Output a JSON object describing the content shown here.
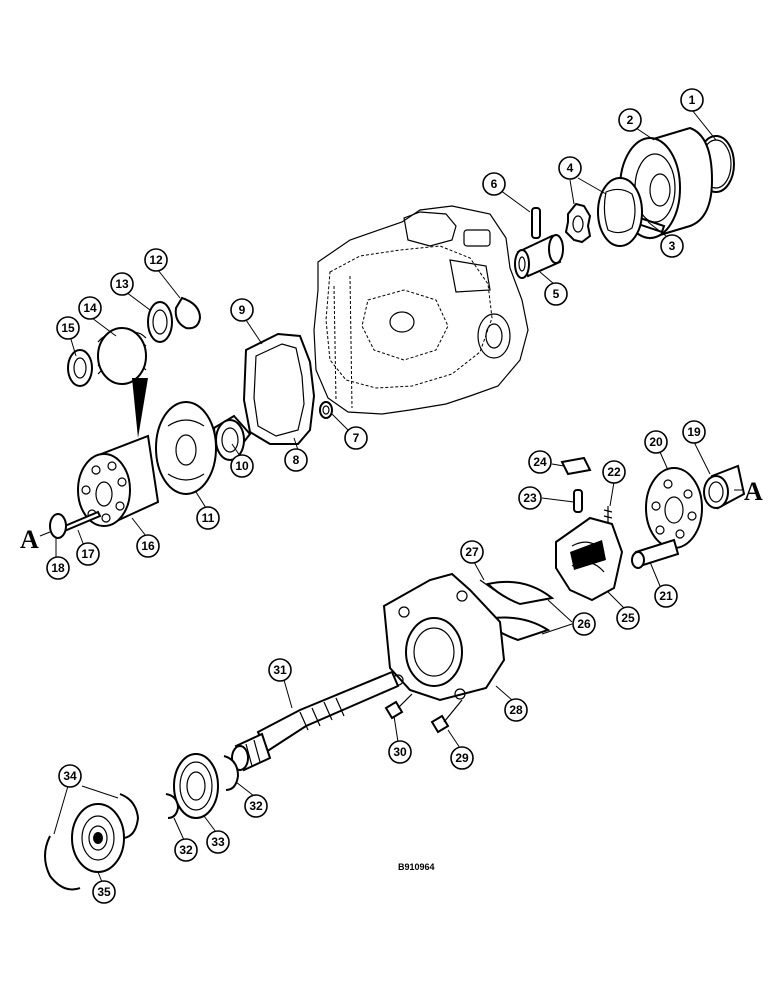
{
  "diagram": {
    "reference_marker": "A",
    "figure_code": "B910964",
    "callouts": [
      "1",
      "2",
      "3",
      "4",
      "5",
      "6",
      "7",
      "8",
      "9",
      "10",
      "11",
      "12",
      "13",
      "14",
      "15",
      "16",
      "17",
      "18",
      "19",
      "20",
      "21",
      "22",
      "23",
      "24",
      "25",
      "26",
      "27",
      "28",
      "29",
      "30",
      "31",
      "32",
      "32",
      "33",
      "34",
      "35"
    ]
  }
}
